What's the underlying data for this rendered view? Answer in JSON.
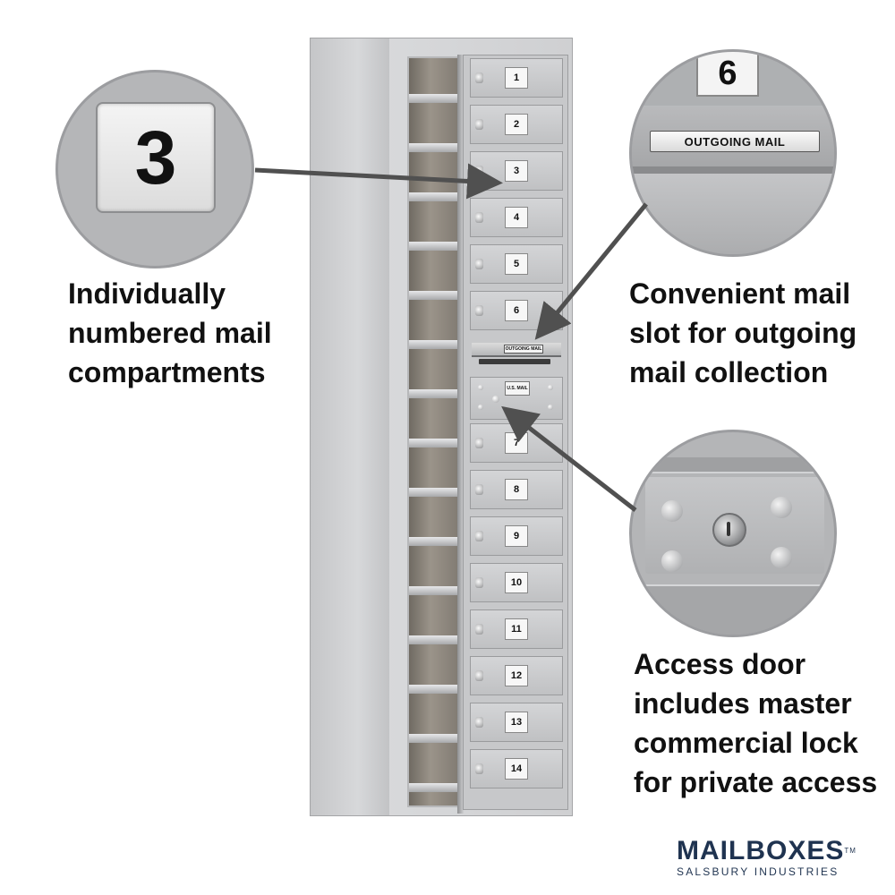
{
  "callouts": {
    "compartments": {
      "tag_number": "3",
      "caption_lines": [
        "Individually",
        "numbered mail",
        "compartments"
      ]
    },
    "outgoing_slot": {
      "tag_number": "6",
      "slot_label": "OUTGOING MAIL",
      "caption_lines": [
        "Convenient mail",
        "slot for outgoing",
        "mail collection"
      ]
    },
    "access_door": {
      "caption_lines": [
        "Access door",
        "includes master",
        "commercial lock",
        "for private access"
      ]
    }
  },
  "mailbox": {
    "compartments": [
      "1",
      "2",
      "3",
      "4",
      "5",
      "6",
      "7",
      "8",
      "9",
      "10",
      "11",
      "12",
      "13",
      "14"
    ],
    "outgoing_label": "OUTGOING MAIL",
    "access_label": "U.S. MAIL"
  },
  "logo": {
    "name": "MAILBOXES",
    "trademark": "TM",
    "subtitle": "SALSBURY INDUSTRIES"
  },
  "colors": {
    "arrow": "#505050",
    "logo": "#1f3350",
    "metal": "#c8c9cb"
  }
}
